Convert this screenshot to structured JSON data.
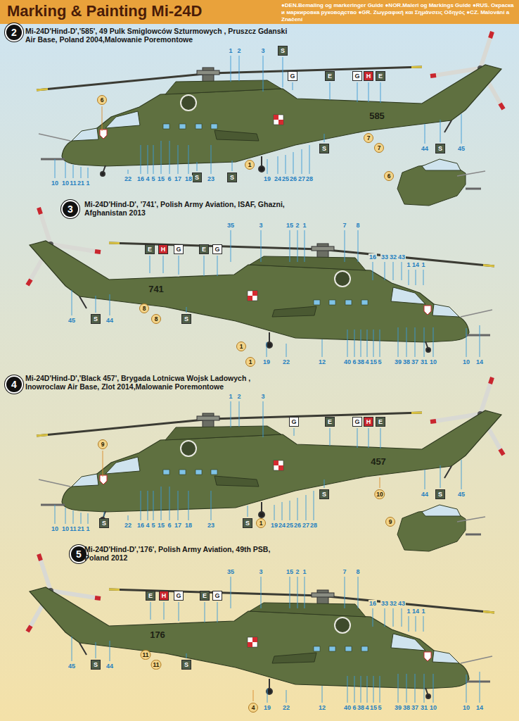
{
  "diagram": {
    "title": "Marking & Painting Mi-24D",
    "nodes": [
      {
        "text": [
          "2"
        ]
      },
      {
        "text": [
          "S"
        ]
      },
      {
        "text": [
          "G"
        ]
      },
      {
        "text": [
          "E"
        ]
      },
      {
        "text": [
          "G"
        ]
      },
      {
        "text": [
          "H"
        ]
      },
      {
        "text": [
          "E"
        ]
      },
      {
        "text": [
          "S"
        ]
      },
      {
        "text": [
          "S"
        ]
      },
      {
        "text": [
          "S"
        ]
      },
      {
        "text": [
          "S"
        ]
      },
      {
        "text": [
          "6"
        ]
      },
      {
        "text": [
          "7"
        ]
      },
      {
        "text": [
          "7"
        ]
      },
      {
        "text": [
          "1"
        ]
      },
      {
        "text": [
          "6"
        ]
      },
      {
        "text": [
          "3"
        ]
      },
      {
        "text": [
          "E"
        ]
      },
      {
        "text": [
          "H"
        ]
      },
      {
        "text": [
          "G"
        ]
      },
      {
        "text": [
          "E"
        ]
      },
      {
        "text": [
          "G"
        ]
      },
      {
        "text": [
          "S"
        ]
      },
      {
        "text": [
          "S"
        ]
      },
      {
        "text": [
          "8"
        ]
      },
      {
        "text": [
          "8"
        ]
      },
      {
        "text": [
          "1"
        ]
      },
      {
        "text": [
          "1"
        ]
      },
      {
        "text": [
          "4"
        ]
      },
      {
        "text": [
          "G"
        ]
      },
      {
        "text": [
          "E"
        ]
      },
      {
        "text": [
          "G"
        ]
      },
      {
        "text": [
          "H"
        ]
      },
      {
        "text": [
          "E"
        ]
      },
      {
        "text": [
          "S"
        ]
      },
      {
        "text": [
          "S"
        ]
      },
      {
        "text": [
          "S"
        ]
      },
      {
        "text": [
          "S"
        ]
      },
      {
        "text": [
          "9"
        ]
      },
      {
        "text": [
          "10"
        ]
      },
      {
        "text": [
          "1"
        ]
      },
      {
        "text": [
          "9"
        ]
      },
      {
        "text": [
          "5"
        ]
      },
      {
        "text": [
          "E"
        ]
      },
      {
        "text": [
          "H"
        ]
      },
      {
        "text": [
          "G"
        ]
      },
      {
        "text": [
          "E"
        ]
      },
      {
        "text": [
          "G"
        ]
      },
      {
        "text": [
          "S"
        ]
      },
      {
        "text": [
          "S"
        ]
      },
      {
        "text": [
          "11"
        ]
      },
      {
        "text": [
          "11"
        ]
      },
      {
        "text": [
          "4"
        ]
      }
    ],
    "labels": [
      "●DEN.Bemaling og markeringer Guide ●NOR.Maleri og Markings Guide ●RUS. Окраска и маркировка руководство ●GR. Ζωγραφική και Σημάνσεις Οδηγός ●CZ. Malování a Značení",
      "Mi-24D'Hind-D','585', 49 Pulk Smiglowców Szturmowych , Pruszcz Gdanski Air Base, Poland 2004,Malowanie Poremontowe",
      "585",
      "1",
      "2",
      "3",
      "44",
      "45",
      "10",
      "10",
      "11",
      "21",
      "1",
      "22",
      "16",
      "4",
      "5",
      "15",
      "6",
      "17",
      "18",
      "23",
      "19",
      "24",
      "25",
      "26",
      "27",
      "28",
      "Mi-24D'Hind-D', '741', Polish Army Aviation, ISAF, Ghazni, Afghanistan 2013",
      "741",
      "35",
      "3",
      "15",
      "2",
      "1",
      "7",
      "8",
      "16",
      "33",
      "32",
      "43",
      "1",
      "14",
      "1",
      "45",
      "44",
      "19",
      "22",
      "12",
      "40",
      "6",
      "38",
      "4",
      "15",
      "5",
      "39",
      "38",
      "37",
      "31",
      "10",
      "10",
      "14",
      "Mi-24D'Hind-D','Black 457', Brygada Lotnicwa Wojsk Ladowych , Inowroclaw Air Base, Zlot 2014,Malowanie Poremontowe",
      "457",
      "1",
      "2",
      "3",
      "44",
      "45",
      "22",
      "16",
      "4",
      "5",
      "15",
      "6",
      "17",
      "18",
      "23",
      "19",
      "24",
      "25",
      "26",
      "27",
      "28",
      "10",
      "10",
      "11",
      "21",
      "1",
      "Mi-24D'Hind-D','176', Polish Army Aviation, 49th PSB, Poland 2012",
      "176",
      "35",
      "3",
      "15",
      "2",
      "1",
      "7",
      "8",
      "16",
      "33",
      "32",
      "43",
      "1",
      "14",
      "1",
      "45",
      "44",
      "19",
      "22",
      "12",
      "40",
      "6",
      "38",
      "4",
      "15",
      "5",
      "39",
      "38",
      "37",
      "31",
      "10",
      "10",
      "14"
    ]
  }
}
